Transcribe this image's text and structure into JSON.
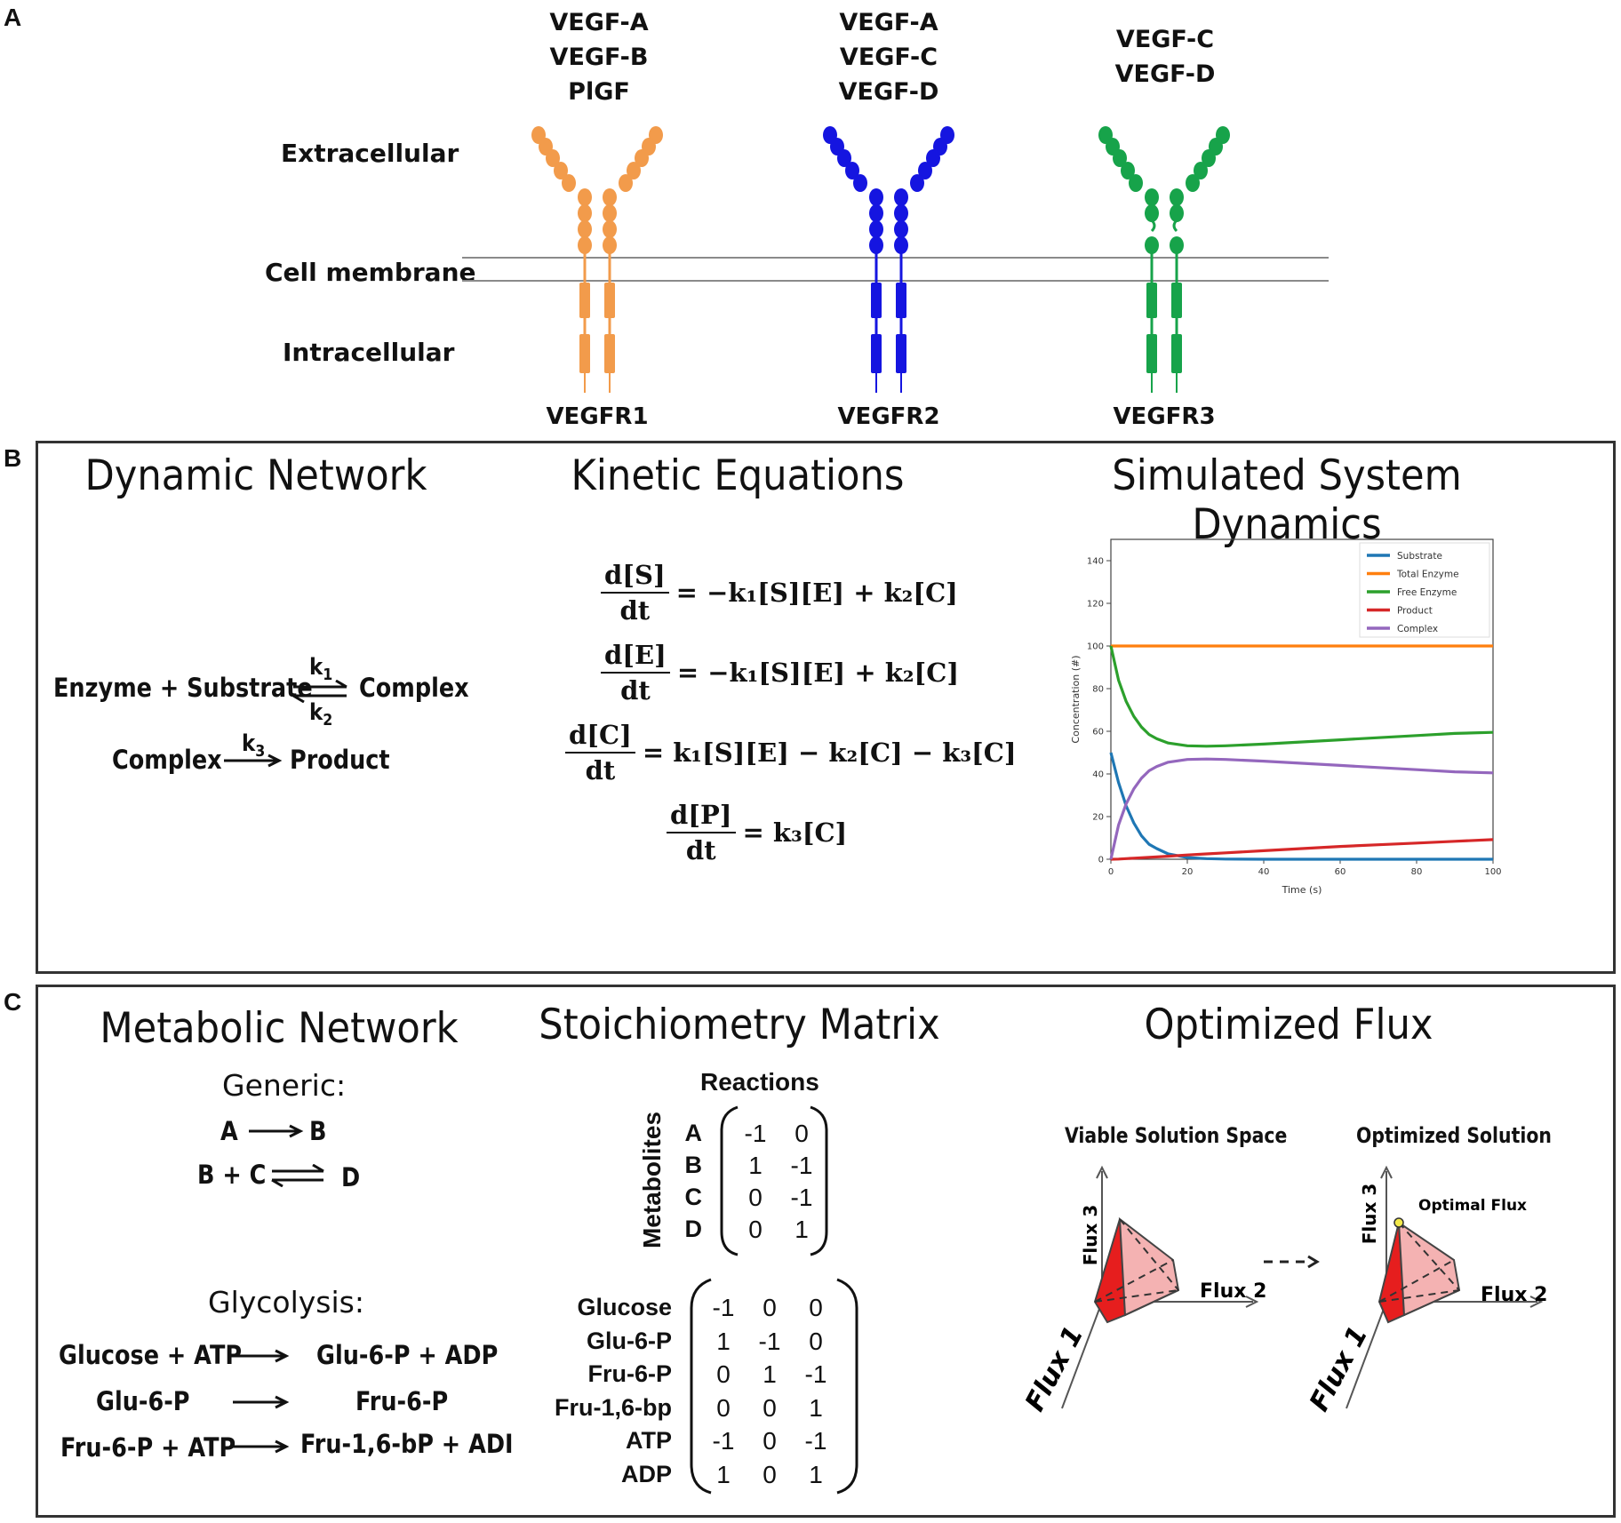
{
  "panelA": {
    "letter": "A",
    "regions": {
      "extracellular": "Extracellular",
      "membrane": "Cell membrane",
      "intracellular": "Intracellular"
    },
    "receptors": [
      {
        "name": "VEGFR1",
        "ligands": [
          "VEGF-A",
          "VEGF-B",
          "PlGF"
        ],
        "color": "#F29B4B"
      },
      {
        "name": "VEGFR2",
        "ligands": [
          "VEGF-A",
          "VEGF-C",
          "VEGF-D"
        ],
        "color": "#1515E0"
      },
      {
        "name": "VEGFR3",
        "ligands": [
          "VEGF-C",
          "VEGF-D"
        ],
        "color": "#17A34A"
      }
    ]
  },
  "panelB": {
    "letter": "B",
    "titles": {
      "network": "Dynamic Network",
      "equations": "Kinetic Equations",
      "dynamics": "Simulated System Dynamics"
    },
    "network": {
      "r1_left": "Enzyme + Substrate",
      "r1_right": "Complex",
      "k1": "k",
      "k1_sub": "1",
      "k2": "k",
      "k2_sub": "2",
      "r2_left": "Complex",
      "r2_right": "Product",
      "k3": "k",
      "k3_sub": "3"
    },
    "equations": [
      {
        "num": "d[S]",
        "den": "dt",
        "rhs": "= −k₁[S][E] + k₂[C]"
      },
      {
        "num": "d[E]",
        "den": "dt",
        "rhs": "= −k₁[S][E] + k₂[C]"
      },
      {
        "num": "d[C]",
        "den": "dt",
        "rhs": "= k₁[S][E] − k₂[C] − k₃[C]"
      },
      {
        "num": "d[P]",
        "den": "dt",
        "rhs": "= k₃[C]"
      }
    ]
  },
  "chart_data": {
    "type": "line",
    "title": "",
    "xlabel": "Time (s)",
    "ylabel": "Concentration (#)",
    "xlim": [
      0,
      100
    ],
    "ylim": [
      0,
      150
    ],
    "xticks": [
      0,
      20,
      40,
      60,
      80,
      100
    ],
    "yticks": [
      0,
      20,
      40,
      60,
      80,
      100,
      120,
      140
    ],
    "legend_position": "top-right",
    "x": [
      0,
      2,
      4,
      6,
      8,
      10,
      12,
      15,
      20,
      25,
      30,
      40,
      50,
      60,
      70,
      80,
      90,
      100
    ],
    "series": [
      {
        "name": "Substrate",
        "color": "#1f77b4",
        "values": [
          50,
          36,
          25,
          17,
          11,
          7,
          5,
          2.5,
          0.8,
          0.3,
          0.1,
          0,
          0,
          0,
          0,
          0,
          0,
          0
        ]
      },
      {
        "name": "Total Enzyme",
        "color": "#ff7f0e",
        "values": [
          100,
          100,
          100,
          100,
          100,
          100,
          100,
          100,
          100,
          100,
          100,
          100,
          100,
          100,
          100,
          100,
          100,
          100
        ]
      },
      {
        "name": "Free Enzyme",
        "color": "#2ca02c",
        "values": [
          100,
          84,
          74,
          67,
          62,
          58.5,
          56.5,
          54.5,
          53.2,
          53,
          53.2,
          54,
          55,
          56,
          57,
          58,
          59,
          59.5
        ]
      },
      {
        "name": "Product",
        "color": "#d62728",
        "values": [
          0,
          0.1,
          0.3,
          0.5,
          0.7,
          0.9,
          1.1,
          1.4,
          2,
          2.5,
          3,
          4,
          5,
          6,
          6.8,
          7.6,
          8.4,
          9.2
        ]
      },
      {
        "name": "Complex",
        "color": "#9467bd",
        "values": [
          0,
          16,
          26,
          33,
          38,
          41.5,
          43.5,
          45.5,
          46.8,
          47,
          46.8,
          46,
          45,
          44,
          43,
          42,
          41,
          40.5
        ]
      }
    ]
  },
  "panelC": {
    "letter": "C",
    "titles": {
      "network": "Metabolic Network",
      "matrix": "Stoichiometry Matrix",
      "flux": "Optimized Flux"
    },
    "generic": {
      "label": "Generic:",
      "r1": {
        "left": "A",
        "right": "B"
      },
      "r2": {
        "left": "B + C",
        "right": "D"
      }
    },
    "glycolysis": {
      "label": "Glycolysis:",
      "rows": [
        {
          "left": "Glucose + ATP",
          "right": "Glu-6-P + ADP"
        },
        {
          "left": "Glu-6-P",
          "right": "Fru-6-P"
        },
        {
          "left": "Fru-6-P + ATP",
          "right": "Fru-1,6-bP + ADI"
        }
      ]
    },
    "matrix1": {
      "col_header": "Reactions",
      "row_header": "Metabolites",
      "rows": [
        "A",
        "B",
        "C",
        "D"
      ],
      "values": [
        [
          "-1",
          "0"
        ],
        [
          "1",
          "-1"
        ],
        [
          "0",
          "-1"
        ],
        [
          "0",
          "1"
        ]
      ]
    },
    "matrix2": {
      "rows": [
        "Glucose",
        "Glu-6-P",
        "Fru-6-P",
        "Fru-1,6-bp",
        "ATP",
        "ADP"
      ],
      "values": [
        [
          "-1",
          "0",
          "0"
        ],
        [
          "1",
          "-1",
          "0"
        ],
        [
          "0",
          "1",
          "-1"
        ],
        [
          "0",
          "0",
          "1"
        ],
        [
          "-1",
          "0",
          "-1"
        ],
        [
          "1",
          "0",
          "1"
        ]
      ]
    },
    "flux": {
      "viable_title": "Viable Solution Space",
      "optimized_title": "Optimized Solution",
      "axis1": "Flux 1",
      "axis2": "Flux 2",
      "axis3": "Flux 3",
      "optimal_label": "Optimal Flux"
    }
  }
}
